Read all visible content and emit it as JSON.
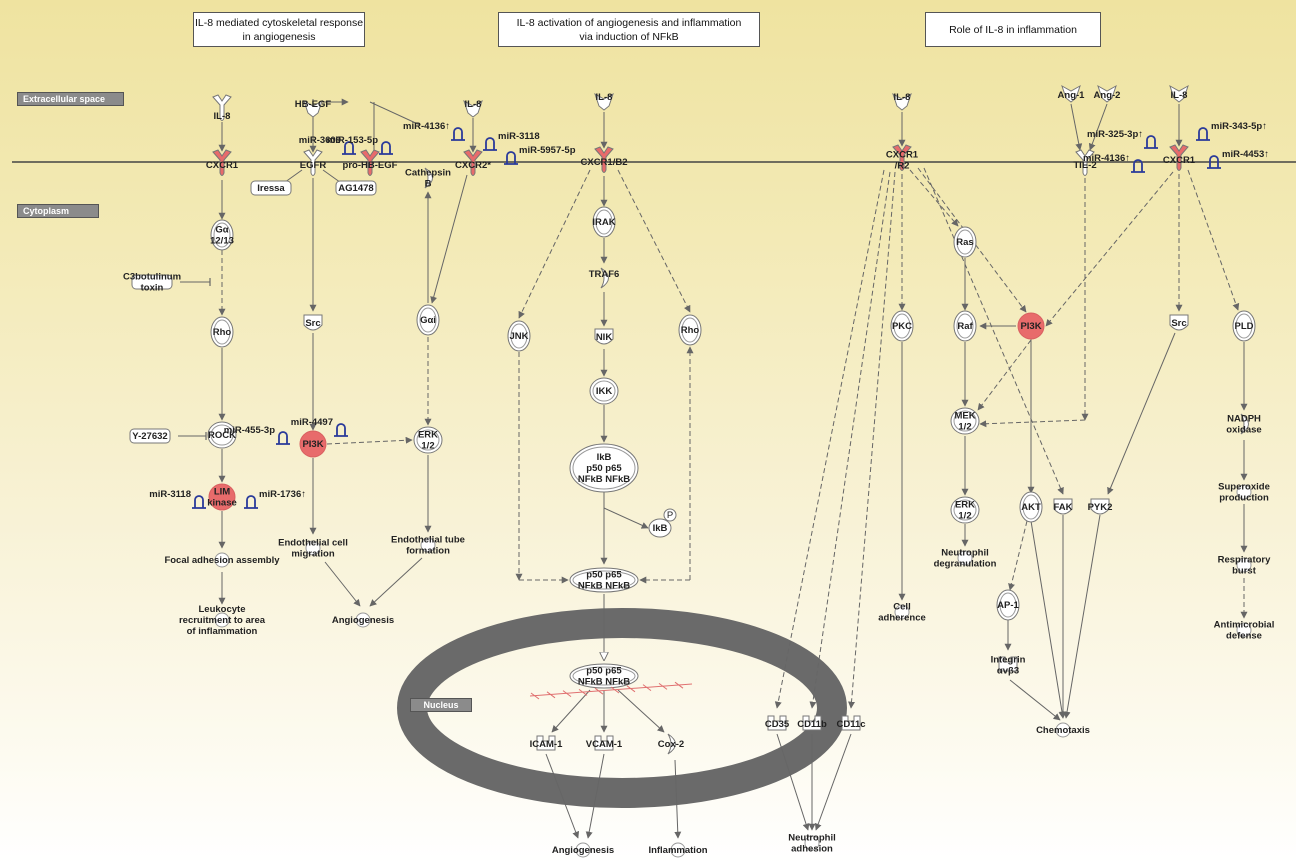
{
  "titles": {
    "left": [
      "IL-8 mediated cytoskeletal response",
      "in angiogenesis"
    ],
    "middle": [
      "IL-8 activation of angiogenesis and inflammation",
      "via induction of NFkB"
    ],
    "right": [
      "Role of IL-8 in inflammation"
    ]
  },
  "regions": {
    "extracellular": "Extracellular space",
    "cytoplasm": "Cytoplasm",
    "nucleus": "Nucleus"
  },
  "colors": {
    "highlight": "#e86b6b",
    "mirna": "#2a3a9a",
    "edge": "#666666"
  },
  "nodes": [
    {
      "id": "il8_1",
      "label": "IL-8",
      "shape": "receptor-ligand"
    },
    {
      "id": "cxcr1_1",
      "label": "CXCR1",
      "shape": "receptor",
      "highlight": true
    },
    {
      "id": "ga1213",
      "label": "Gα 12/13",
      "shape": "double-oval"
    },
    {
      "id": "c3bot",
      "label": "C3botulinum toxin",
      "shape": "chemical"
    },
    {
      "id": "rho_1",
      "label": "Rho",
      "shape": "double-oval"
    },
    {
      "id": "y27632",
      "label": "Y-27632",
      "shape": "chemical"
    },
    {
      "id": "rock",
      "label": "ROCK",
      "shape": "double-circle"
    },
    {
      "id": "limk",
      "label": "LIM kinase",
      "shape": "circle",
      "highlight": true
    },
    {
      "id": "focal",
      "label": "Focal adhesion assembly",
      "shape": "process"
    },
    {
      "id": "leuko",
      "label": "Leukocyte recruitment to area of inflammation",
      "shape": "process"
    },
    {
      "id": "hbegf",
      "label": "HB-EGF",
      "shape": "ligand"
    },
    {
      "id": "egfr",
      "label": "EGFR",
      "shape": "receptor"
    },
    {
      "id": "prohbegf",
      "label": "pro-HB-EGF",
      "shape": "receptor",
      "highlight": true
    },
    {
      "id": "iressa",
      "label": "Iressa",
      "shape": "chemical"
    },
    {
      "id": "ag1478",
      "label": "AG1478",
      "shape": "chemical"
    },
    {
      "id": "src_1",
      "label": "Src",
      "shape": "kinase"
    },
    {
      "id": "pi3k_1",
      "label": "PI3K",
      "shape": "circle",
      "highlight": true
    },
    {
      "id": "endomig",
      "label": "Endothelial cell migration",
      "shape": "process"
    },
    {
      "id": "il8_2",
      "label": "IL-8",
      "shape": "ligand"
    },
    {
      "id": "cxcr2",
      "label": "CXCR2*",
      "shape": "receptor",
      "highlight": true
    },
    {
      "id": "cathb",
      "label": "Cathepsin B",
      "shape": "peptidase"
    },
    {
      "id": "gai",
      "label": "Gαi",
      "shape": "double-oval"
    },
    {
      "id": "erk_1",
      "label": "ERK 1/2",
      "shape": "double-circle"
    },
    {
      "id": "endotube",
      "label": "Endothelial tube formation",
      "shape": "process"
    },
    {
      "id": "angio_1",
      "label": "Angiogenesis",
      "shape": "process"
    },
    {
      "id": "il8_3",
      "label": "IL-8",
      "shape": "ligand"
    },
    {
      "id": "cxcr1b2_1",
      "label": "CXCR1/B2",
      "shape": "receptor",
      "highlight": true
    },
    {
      "id": "irak",
      "label": "IRAK",
      "shape": "double-oval"
    },
    {
      "id": "traf6",
      "label": "TRAF6",
      "shape": "enzyme"
    },
    {
      "id": "nik",
      "label": "NIK",
      "shape": "kinase"
    },
    {
      "id": "ikk",
      "label": "IKK",
      "shape": "double-circle"
    },
    {
      "id": "jnk",
      "label": "JNK",
      "shape": "double-oval"
    },
    {
      "id": "rho_2",
      "label": "Rho",
      "shape": "double-oval"
    },
    {
      "id": "complex_1",
      "label": "IkB p50 NFkB p65 NFkB",
      "shape": "complex"
    },
    {
      "id": "ikbp",
      "label": "IkB",
      "shape": "phosphorylated"
    },
    {
      "id": "complex_2",
      "label": "p50 NFkB p65 NFkB",
      "shape": "complex"
    },
    {
      "id": "complex_3",
      "label": "p50 NFkB p65 NFkB",
      "shape": "complex"
    },
    {
      "id": "icam1",
      "label": "ICAM-1",
      "shape": "transmembrane"
    },
    {
      "id": "vcam1",
      "label": "VCAM-1",
      "shape": "transmembrane"
    },
    {
      "id": "cox2",
      "label": "Cox-2",
      "shape": "enzyme"
    },
    {
      "id": "angio_2",
      "label": "Angiogenesis",
      "shape": "process"
    },
    {
      "id": "inflam",
      "label": "Inflammation",
      "shape": "process"
    },
    {
      "id": "il8_4",
      "label": "IL-8",
      "shape": "ligand"
    },
    {
      "id": "cxcr1r2",
      "label": "CXCR1 /R2",
      "shape": "receptor",
      "highlight": true
    },
    {
      "id": "pkc",
      "label": "PKC",
      "shape": "double-oval"
    },
    {
      "id": "ras",
      "label": "Ras",
      "shape": "double-oval"
    },
    {
      "id": "raf",
      "label": "Raf",
      "shape": "double-oval"
    },
    {
      "id": "pi3k_2",
      "label": "PI3K",
      "shape": "circle",
      "highlight": true
    },
    {
      "id": "mek",
      "label": "MEK 1/2",
      "shape": "double-circle"
    },
    {
      "id": "erk_2",
      "label": "ERK 1/2",
      "shape": "double-circle"
    },
    {
      "id": "neutdegr",
      "label": "Neutrophil degranulation",
      "shape": "process"
    },
    {
      "id": "celladh",
      "label": "Cell adherence",
      "shape": "process"
    },
    {
      "id": "akt",
      "label": "AKT",
      "shape": "double-oval"
    },
    {
      "id": "fak",
      "label": "FAK",
      "shape": "kinase"
    },
    {
      "id": "pyk2",
      "label": "PYK2",
      "shape": "kinase"
    },
    {
      "id": "ap1",
      "label": "AP-1",
      "shape": "double-oval"
    },
    {
      "id": "integrin",
      "label": "Integrin αvβ3",
      "shape": "transmembrane"
    },
    {
      "id": "chemo",
      "label": "Chemotaxis",
      "shape": "process"
    },
    {
      "id": "cd35",
      "label": "CD35",
      "shape": "transmembrane"
    },
    {
      "id": "cd11b",
      "label": "CD11b",
      "shape": "transmembrane"
    },
    {
      "id": "cd11c",
      "label": "CD11c",
      "shape": "transmembrane"
    },
    {
      "id": "neutadh",
      "label": "Neutrophil adhesion",
      "shape": "process"
    },
    {
      "id": "ang1",
      "label": "Ang-1",
      "shape": "ligand"
    },
    {
      "id": "ang2",
      "label": "Ang-2",
      "shape": "ligand"
    },
    {
      "id": "tie2",
      "label": "TIE-2",
      "shape": "receptor"
    },
    {
      "id": "il8_5",
      "label": "IL-8",
      "shape": "ligand"
    },
    {
      "id": "cxcr1_2",
      "label": "CXCR1",
      "shape": "receptor",
      "highlight": true
    },
    {
      "id": "src_2",
      "label": "Src",
      "shape": "kinase"
    },
    {
      "id": "pld",
      "label": "PLD",
      "shape": "double-oval"
    },
    {
      "id": "nadph",
      "label": "NADPH oxidase",
      "shape": "enzyme"
    },
    {
      "id": "superox",
      "label": "Superoxide production",
      "shape": "process"
    },
    {
      "id": "respburst",
      "label": "Respiratory burst",
      "shape": "process"
    },
    {
      "id": "antimic",
      "label": "Antimicrobial defense",
      "shape": "process"
    }
  ],
  "mirnas": [
    "miR-3609",
    "miR-153-5p",
    "miR-4136↑",
    "miR-3118",
    "miR-5957-5p",
    "miR-455-3p",
    "miR-4497",
    "miR-3118",
    "miR-1736↑",
    "miR-325-3p↑",
    "miR-343-5p↑",
    "miR-4136↑",
    "miR-4453↑"
  ]
}
